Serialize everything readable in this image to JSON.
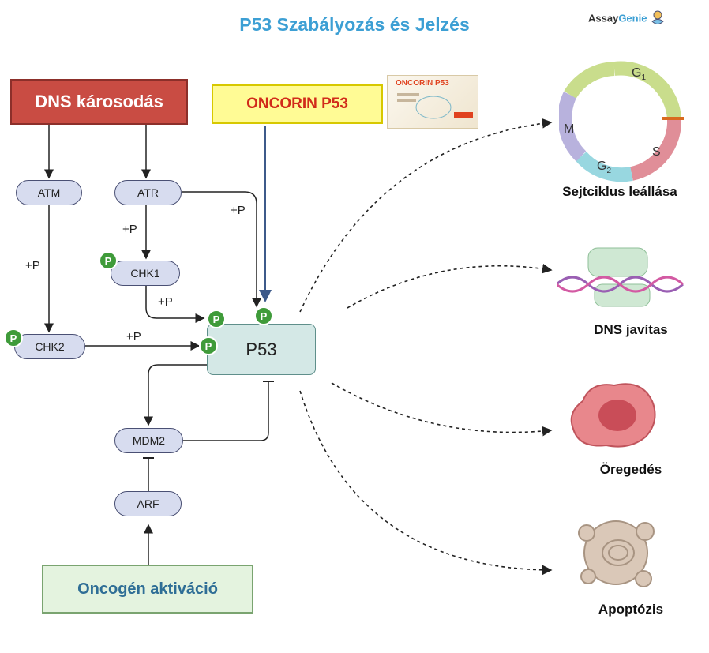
{
  "title": "P53 Szabályozás és Jelzés",
  "logo": {
    "part1": "Assay",
    "part2": "Genie"
  },
  "nodes": {
    "dna_damage": "DNS károsodás",
    "oncorin": "ONCORIN P53",
    "oncorin_package": "ONCORIN P53",
    "atm": "ATM",
    "atr": "ATR",
    "chk1": "CHK1",
    "chk2": "CHK2",
    "p53": "P53",
    "mdm2": "MDM2",
    "arf": "ARF",
    "oncogene": "Oncogén aktiváció"
  },
  "phospho_label": "P",
  "edge_labels": {
    "atm_chk2": "+P",
    "atr_chk1": "+P",
    "atr_p53": "+P",
    "chk1_p53": "+P",
    "chk2_p53": "+P"
  },
  "cell_cycle": {
    "g1": "G",
    "g1_sub": "1",
    "s": "S",
    "g2": "G",
    "g2_sub": "2",
    "m": "M"
  },
  "outcomes": {
    "cell_cycle_arrest": "Sejtciklus leállása",
    "dna_repair": "DNS javítas",
    "senescence": "Öregedés",
    "apoptosis": "Apoptózis"
  },
  "colors": {
    "title": "#3c9fd4",
    "dna_damage_box": "#c94c43",
    "oncorin_box": "#fffb95",
    "oncorin_text": "#d12b1a",
    "oncogene_box": "#e4f3df",
    "pill": "#d7dcef",
    "p53_box": "#d4e8e6",
    "phospho": "#3f9b3a"
  }
}
